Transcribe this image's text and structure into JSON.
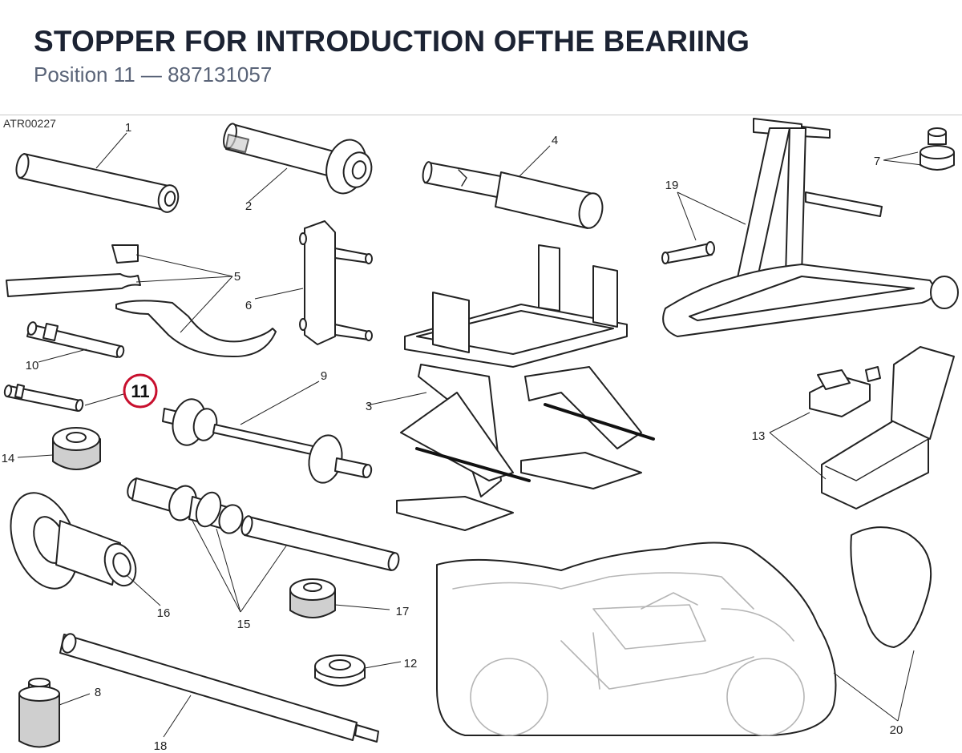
{
  "header": {
    "title": "STOPPER FOR INTRODUCTION OFTHE BEARIING",
    "subtitle": "Position 11 — 887131057"
  },
  "figure": {
    "code": "ATR00227",
    "highlight": "11",
    "callouts": {
      "c1": "1",
      "c2": "2",
      "c3": "3",
      "c4": "4",
      "c5": "5",
      "c6": "6",
      "c7": "7",
      "c8": "8",
      "c9": "9",
      "c10": "10",
      "c12": "12",
      "c13": "13",
      "c14": "14",
      "c15": "15",
      "c16": "16",
      "c17": "17",
      "c18": "18",
      "c19": "19",
      "c20": "20"
    }
  },
  "colors": {
    "title": "#1c2333",
    "subtitle": "#5a6478",
    "highlight_ring": "#c8102e",
    "line": "#222222",
    "ghost": "#b5b5b5"
  }
}
